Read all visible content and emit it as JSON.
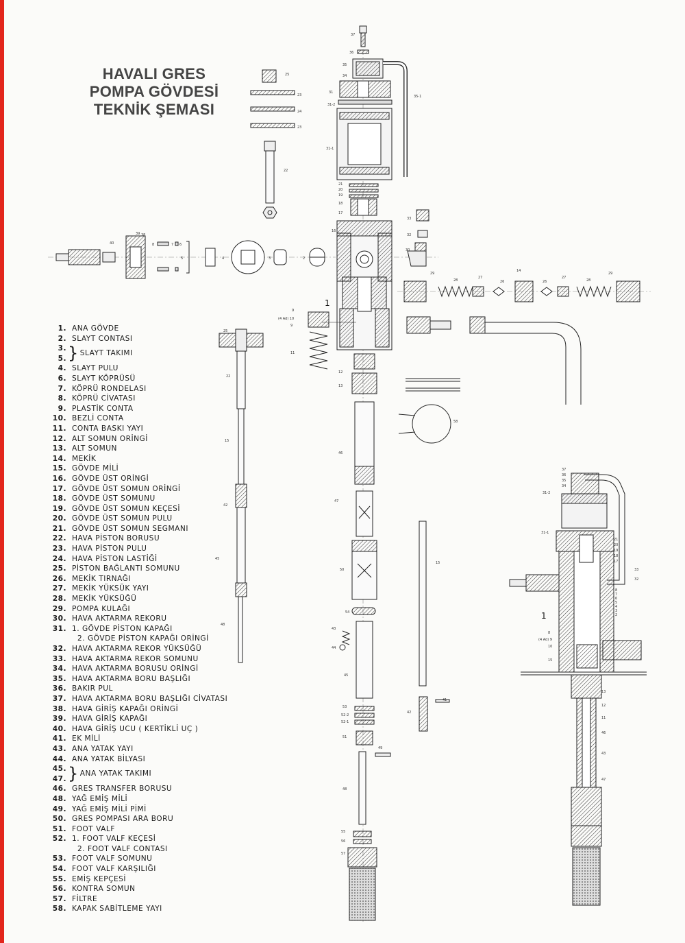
{
  "title": {
    "line1": "HAVALI GRES",
    "line2": "POMPA GÖVDESİ",
    "line3": "TEKNİK ŞEMASI"
  },
  "legend": [
    {
      "n": "1.",
      "t": "ANA GÖVDE"
    },
    {
      "n": "2.",
      "t": "SLAYT CONTASI"
    },
    {
      "group": [
        "3.",
        "5."
      ],
      "t": "SLAYT TAKIMI"
    },
    {
      "n": "4.",
      "t": "SLAYT PULU"
    },
    {
      "n": "6.",
      "t": "SLAYT KÖPRÜSÜ"
    },
    {
      "n": "7.",
      "t": "KÖPRÜ RONDELASI"
    },
    {
      "n": "8.",
      "t": "KÖPRÜ CİVATASI"
    },
    {
      "n": "9.",
      "t": "PLASTİK CONTA"
    },
    {
      "n": "10.",
      "t": "BEZLİ CONTA"
    },
    {
      "n": "11.",
      "t": "CONTA BASKI YAYI"
    },
    {
      "n": "12.",
      "t": "ALT SOMUN ORİNGİ"
    },
    {
      "n": "13.",
      "t": "ALT SOMUN"
    },
    {
      "n": "14.",
      "t": "MEKİK"
    },
    {
      "n": "15.",
      "t": "GÖVDE MİLİ"
    },
    {
      "n": "16.",
      "t": "GÖVDE ÜST ORİNGİ"
    },
    {
      "n": "17.",
      "t": "GÖVDE ÜST SOMUN ORİNGİ"
    },
    {
      "n": "18.",
      "t": "GÖVDE ÜST SOMUNU"
    },
    {
      "n": "19.",
      "t": "GÖVDE ÜST SOMUN KEÇESİ"
    },
    {
      "n": "20.",
      "t": "GÖVDE ÜST SOMUN PULU"
    },
    {
      "n": "21.",
      "t": "GÖVDE ÜST SOMUN SEGMANI"
    },
    {
      "n": "22.",
      "t": "HAVA PİSTON BORUSU"
    },
    {
      "n": "23.",
      "t": "HAVA PİSTON PULU"
    },
    {
      "n": "24.",
      "t": "HAVA PİSTON LASTİĞİ"
    },
    {
      "n": "25.",
      "t": "PİSTON BAĞLANTI SOMUNU"
    },
    {
      "n": "26.",
      "t": "MEKİK TIRNAĞI"
    },
    {
      "n": "27.",
      "t": "MEKİK YÜKSÜK YAYI"
    },
    {
      "n": "28.",
      "t": "MEKİK YÜKSÜĞÜ"
    },
    {
      "n": "29.",
      "t": "POMPA KULAĞI"
    },
    {
      "n": "30.",
      "t": "HAVA AKTARMA REKORU"
    },
    {
      "n": "31.",
      "t": "1. GÖVDE PİSTON KAPAĞI"
    },
    {
      "n": "",
      "t": "2. GÖVDE PİSTON KAPAĞI ORİNGİ",
      "sub": true
    },
    {
      "n": "32.",
      "t": "HAVA AKTARMA REKOR YÜKSÜĞÜ"
    },
    {
      "n": "33.",
      "t": "HAVA AKTARMA REKOR SOMUNU"
    },
    {
      "n": "34.",
      "t": "HAVA AKTARMA BORUSU ORİNGİ"
    },
    {
      "n": "35.",
      "t": "HAVA AKTARMA BORU BAŞLIĞI"
    },
    {
      "n": "36.",
      "t": "BAKIR PUL"
    },
    {
      "n": "37.",
      "t": "HAVA AKTARMA BORU BAŞLIĞI CİVATASI"
    },
    {
      "n": "38.",
      "t": "HAVA GİRİŞ KAPAĞI ORİNGİ"
    },
    {
      "n": "39.",
      "t": "HAVA GİRİŞ KAPAĞI"
    },
    {
      "n": "40.",
      "t": "HAVA GİRİŞ UCU ( KERTİKLİ UÇ )"
    },
    {
      "n": "41.",
      "t": "EK MİLİ"
    },
    {
      "n": "43.",
      "t": "ANA YATAK YAYI"
    },
    {
      "n": "44.",
      "t": "ANA YATAK BİLYASI"
    },
    {
      "group": [
        "45.",
        "47."
      ],
      "t": "ANA YATAK TAKIMI"
    },
    {
      "n": "46.",
      "t": "GRES TRANSFER BORUSU"
    },
    {
      "n": "48.",
      "t": "YAĞ EMİŞ MİLİ"
    },
    {
      "n": "49.",
      "t": "YAĞ EMİŞ MİLİ PİMİ"
    },
    {
      "n": "50.",
      "t": "GRES POMPASI ARA BORU"
    },
    {
      "n": "51.",
      "t": "FOOT VALF"
    },
    {
      "n": "52.",
      "t": "1. FOOT VALF KEÇESİ"
    },
    {
      "n": "",
      "t": "2. FOOT VALF CONTASI",
      "sub": true
    },
    {
      "n": "53.",
      "t": "FOOT VALF SOMUNU"
    },
    {
      "n": "54.",
      "t": "FOOT VALF KARŞILIĞI"
    },
    {
      "n": "55.",
      "t": "EMİŞ KEPÇESİ"
    },
    {
      "n": "56.",
      "t": "KONTRA SOMUN"
    },
    {
      "n": "57.",
      "t": "FİLTRE"
    },
    {
      "n": "58.",
      "t": "KAPAK SABİTLEME YAYI"
    }
  ],
  "callouts": {
    "top": [
      "37",
      "36",
      "35",
      "34",
      "31",
      "31-2",
      "35-1",
      "31-1",
      "21",
      "20",
      "19",
      "18",
      "17",
      "16",
      "25",
      "23",
      "24",
      "23",
      "22"
    ],
    "row": [
      "40",
      "39",
      "38",
      "8",
      "7",
      "6",
      "5",
      "4",
      "3",
      "2",
      "1",
      "33",
      "32",
      "30",
      "29",
      "28",
      "27",
      "26",
      "14",
      "26",
      "27",
      "28",
      "29"
    ],
    "mid": [
      "1",
      "9",
      "(4 Ad) 10",
      "9",
      "11",
      "12",
      "13",
      "46",
      "47",
      "50",
      "54",
      "43",
      "44",
      "45",
      "53",
      "52-2",
      "52-1",
      "51",
      "49",
      "48",
      "55",
      "56",
      "57",
      "15",
      "42",
      "41",
      "58"
    ],
    "left_rod": [
      "25",
      "22",
      "15",
      "42",
      "45",
      "48"
    ],
    "assembly": [
      "37",
      "36",
      "35",
      "34",
      "31-2",
      "31-1",
      "21",
      "20",
      "19",
      "18",
      "17",
      "33",
      "32",
      "1",
      "8",
      "(4 Ad) 9",
      "10",
      "15",
      "13",
      "12",
      "11",
      "46",
      "43",
      "47",
      "8",
      "7",
      "6",
      "5",
      "4",
      "3",
      "2"
    ]
  }
}
